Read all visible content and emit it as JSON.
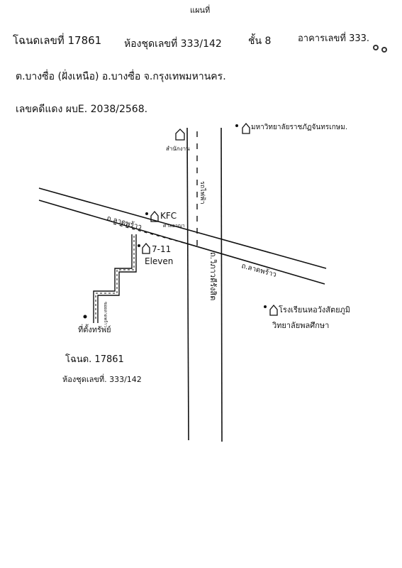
{
  "header": {
    "line1_left": "โฉนดเลขที่ 17861",
    "line1_room": "ห้องชุดเลขที่ 333/142",
    "line1_superscript": "แผนที่",
    "line1_floor": "ชั้น 8",
    "line1_building": "อาคารเลขที่ 333.",
    "line2": "ต.บางซื่อ (ฝั่งเหนือ)   อ.บางซื่อ   จ.กรุงเทพมหานคร.",
    "line3": "เลขคดีแดง ผบE. 2038/2568."
  },
  "map": {
    "roads": {
      "lat_phrao_left": "ถ.ลาดพร้าว",
      "lat_phrao_right": "ถ.ลาดพร้าว",
      "vibhavadi": "ถ.วิภาวดีรังสิต",
      "mrt": "รถไฟฟ้า"
    },
    "landmarks": {
      "police": "สำนักงาน",
      "university": "มหาวิทยาลัยราชภัฏจันทรเกษม.",
      "kfc": "KFC",
      "kfc_sub": "ศาลอาญา",
      "seven_eleven_1": "7-11",
      "seven_eleven_2": "Eleven",
      "hotel_1": "โรงเรียนหอวังสัตยภูมิ",
      "hotel_2": "วิทยาลัยพลศึกษา",
      "site_label": "ที่ตั้งทรัพย์",
      "soi": "ซอยลาดพร้าว"
    },
    "footer": {
      "deed": "โฉนด. 17861",
      "room": "ห้องชุดเลขที่. 333/142"
    }
  }
}
